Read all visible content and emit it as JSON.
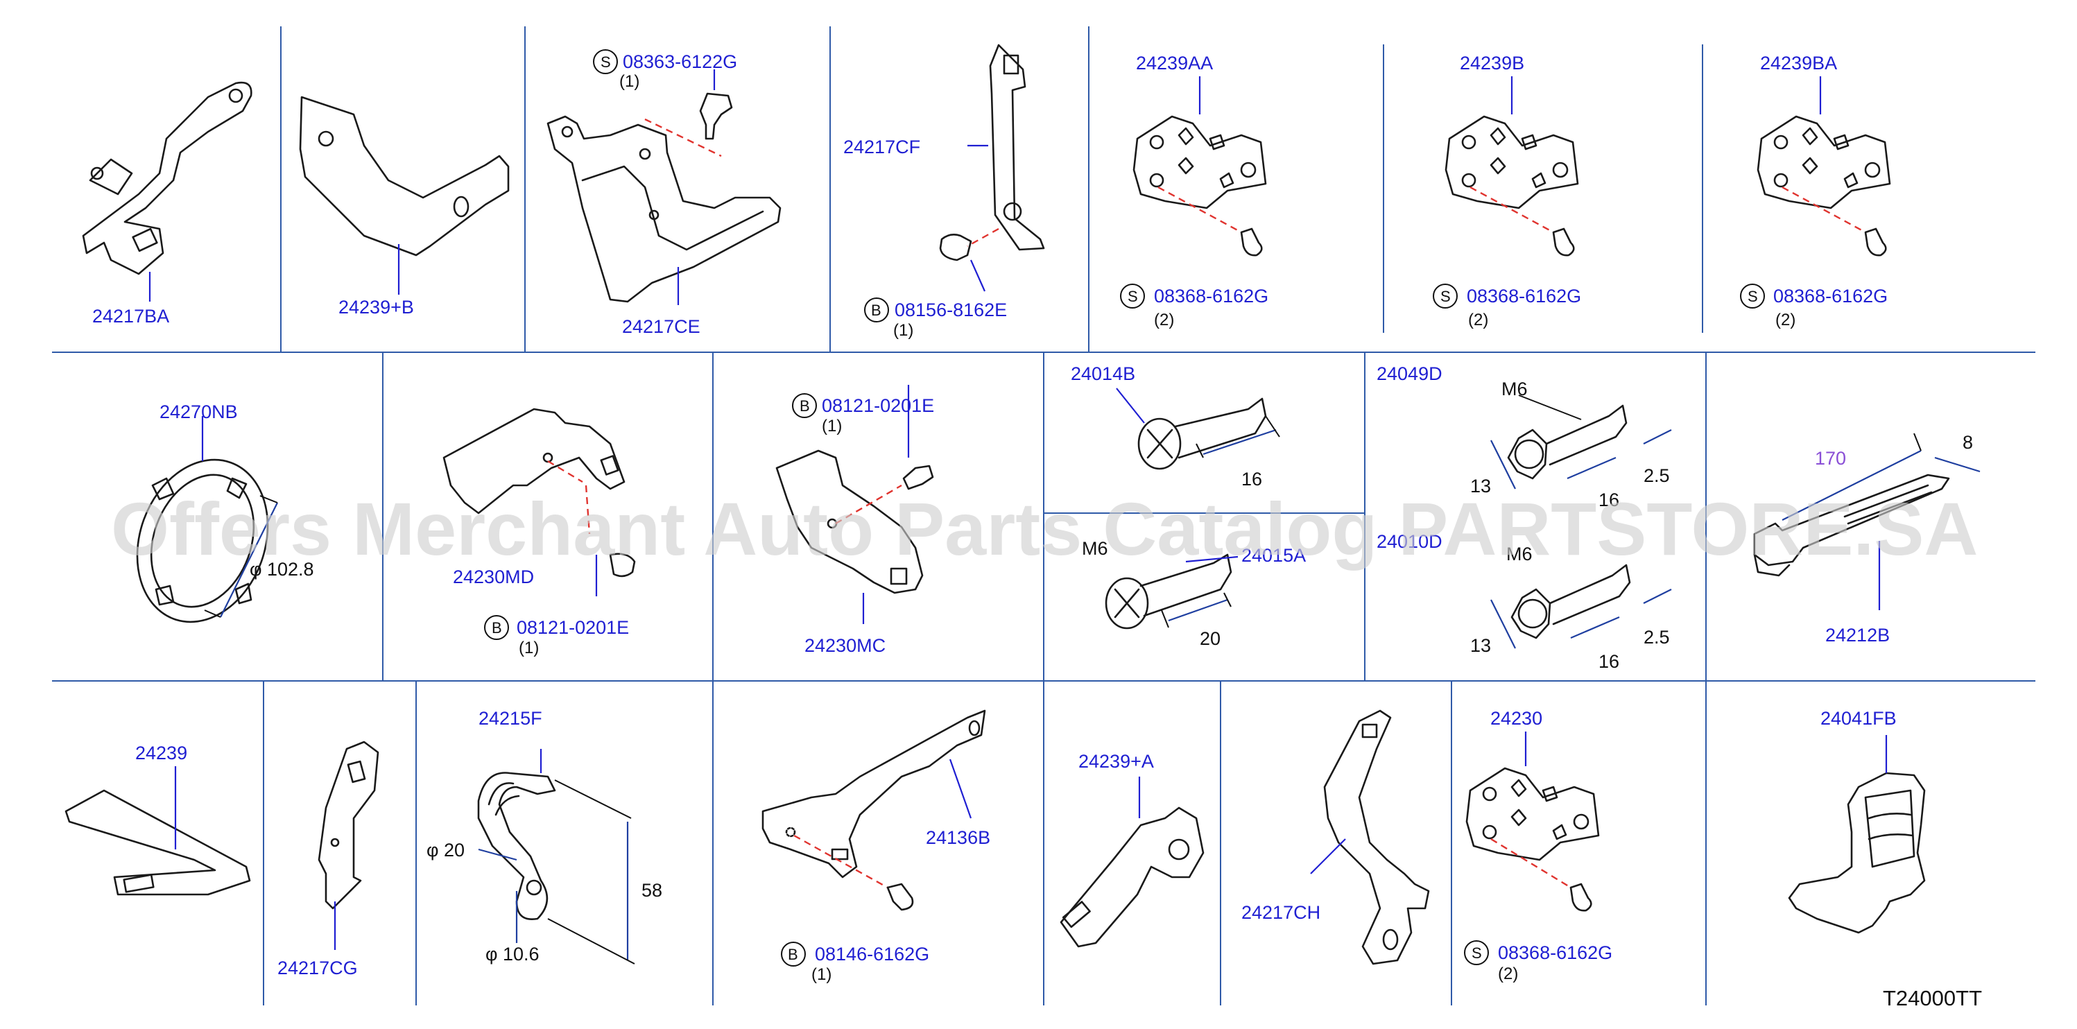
{
  "diagram_code": "T24000TT",
  "watermark": "Offers Merchant Auto Parts Catalog PARTSTORE.SA",
  "row1": {
    "p24217BA": "24217BA",
    "p24239pB": "24239+B",
    "p24217CE": "24217CE",
    "bolt_08363": {
      "badge": "S",
      "number": "08363-6122G",
      "qty": "(1)"
    },
    "p24217CF": "24217CF",
    "bolt_08156": {
      "badge": "B",
      "number": "08156-8162E",
      "qty": "(1)"
    },
    "p24239AA": "24239AA",
    "screw_aa": {
      "badge": "S",
      "number": "08368-6162G",
      "qty": "(2)"
    },
    "p24239B": "24239B",
    "screw_b": {
      "badge": "S",
      "number": "08368-6162G",
      "qty": "(2)"
    },
    "p24239BA": "24239BA",
    "screw_ba": {
      "badge": "S",
      "number": "08368-6162G",
      "qty": "(2)"
    }
  },
  "row2": {
    "p24270NB": "24270NB",
    "dia_1028": "φ 102.8",
    "p24230MD": "24230MD",
    "bolt_md": {
      "badge": "B",
      "number": "08121-0201E",
      "qty": "(1)"
    },
    "bolt_mc": {
      "badge": "B",
      "number": "08121-0201E",
      "qty": "(1)"
    },
    "p24230MC": "24230MC",
    "p24014B": "24014B",
    "len_16": "16",
    "m6_a": "M6",
    "p24015A": "24015A",
    "len_20": "20",
    "p24049D": "24049D",
    "m6_b": "M6",
    "d13_a": "13",
    "d25_a": "2.5",
    "d16_a": "16",
    "p24010D": "24010D",
    "m6_c": "M6",
    "d13_b": "13",
    "d25_b": "2.5",
    "d16_b": "16",
    "d170": "170",
    "d8": "8",
    "p24212B": "24212B"
  },
  "row3": {
    "p24239": "24239",
    "p24217CG": "24217CG",
    "p24215F": "24215F",
    "dia_20": "φ 20",
    "dia_106": "φ 10.6",
    "len_58": "58",
    "p24136B": "24136B",
    "bolt_08146": {
      "badge": "B",
      "number": "08146-6162G",
      "qty": "(1)"
    },
    "p24239pA": "24239+A",
    "p24217CH": "24217CH",
    "p24230": "24230",
    "screw_24230": {
      "badge": "S",
      "number": "08368-6162G",
      "qty": "(2)"
    },
    "p24041FB": "24041FB"
  }
}
